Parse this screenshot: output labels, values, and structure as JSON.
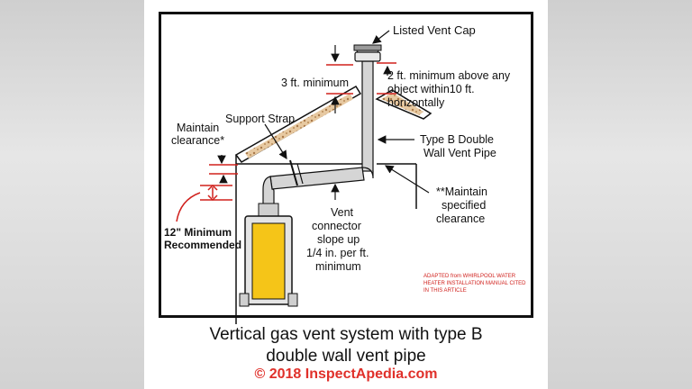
{
  "labels": {
    "listed_vent_cap": "Listed Vent Cap",
    "two_ft_1": "2 ft. minimum above any",
    "two_ft_2": "object within10 ft.",
    "two_ft_3": "horizontally",
    "three_ft": "3 ft. minimum",
    "support_strap": "Support Strap",
    "maintain_1": "Maintain",
    "maintain_2": "clearance*",
    "type_b_1": "Type B Double",
    "type_b_2": "Wall Vent Pipe",
    "spec_1": "**Maintain",
    "spec_2": "specified",
    "spec_3": "clearance",
    "vent_1": "Vent",
    "vent_2": "connector",
    "vent_3": "slope up",
    "vent_4": "1/4 in. per ft.",
    "vent_5": "minimum",
    "twelve_1": "12\" Minimum",
    "twelve_2": "Recommended",
    "adapted_1": "ADAPTED from WHIRLPOOL WATER",
    "adapted_2": "HEATER INSTALLATION MANUAL CITED",
    "adapted_3": "IN THIS ARTICLE"
  },
  "caption": {
    "line1": "Vertical gas vent system with type B",
    "line2": "double wall vent pipe"
  },
  "copyright": "© 2018 InspectApedia.com",
  "colors": {
    "accent_red": "#d0201c",
    "pipe_gray": "#c8c8c8",
    "heater_yellow": "#f5c518",
    "roof_fill": "#caa37a"
  }
}
